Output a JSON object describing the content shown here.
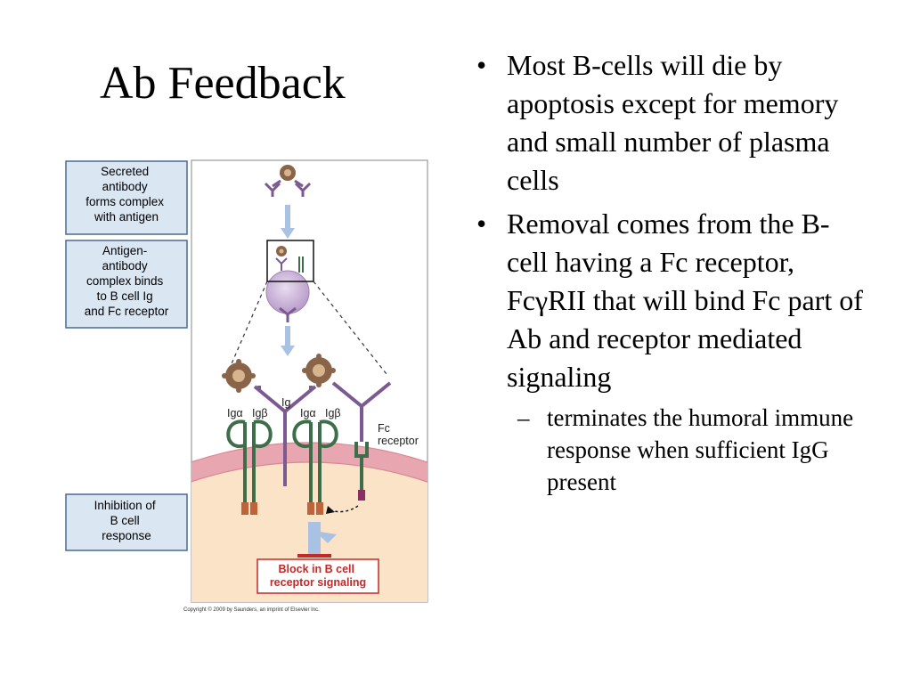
{
  "slide": {
    "title": "Ab Feedback",
    "bullets": [
      {
        "text": "Most B-cells will die by apoptosis except for memory and small number of plasma cells"
      },
      {
        "text": "Removal comes from the B-cell having a Fc receptor, FcγRII that will bind Fc part of Ab and receptor mediated signaling",
        "sub": "terminates the humoral immune response when sufficient IgG present"
      }
    ],
    "bullet_marker": "•",
    "sub_marker": "–"
  },
  "figure": {
    "step_labels": [
      [
        "Secreted",
        "antibody",
        "forms complex",
        "with antigen"
      ],
      [
        "Antigen-",
        "antibody",
        "complex binds",
        "to B cell Ig",
        "and Fc receptor"
      ],
      [
        "Inhibition of",
        "B cell",
        "response"
      ]
    ],
    "labels": {
      "ig_alpha_1": "Igα",
      "ig_beta_1": "Igβ",
      "ig": "Ig",
      "ig_alpha_2": "Igα",
      "ig_beta_2": "Igβ",
      "fc_receptor_line1": "Fc",
      "fc_receptor_line2": "receptor",
      "block_line1": "Block in B cell",
      "block_line2": "receptor signaling",
      "copyright": "Copyright © 2009 by Saunders, an imprint of Elsevier Inc."
    },
    "colors": {
      "label_box_fill": "#dbe6f3",
      "label_box_border": "#4a6a8f",
      "cytoplasm": "#fbe3c8",
      "membrane": "#e8a6b0",
      "antibody": "#7b5a92",
      "receptor_green": "#3e6d4a",
      "antigen": "#8a6449",
      "arrow": "#a9c2e4",
      "block_text": "#c62828"
    }
  }
}
